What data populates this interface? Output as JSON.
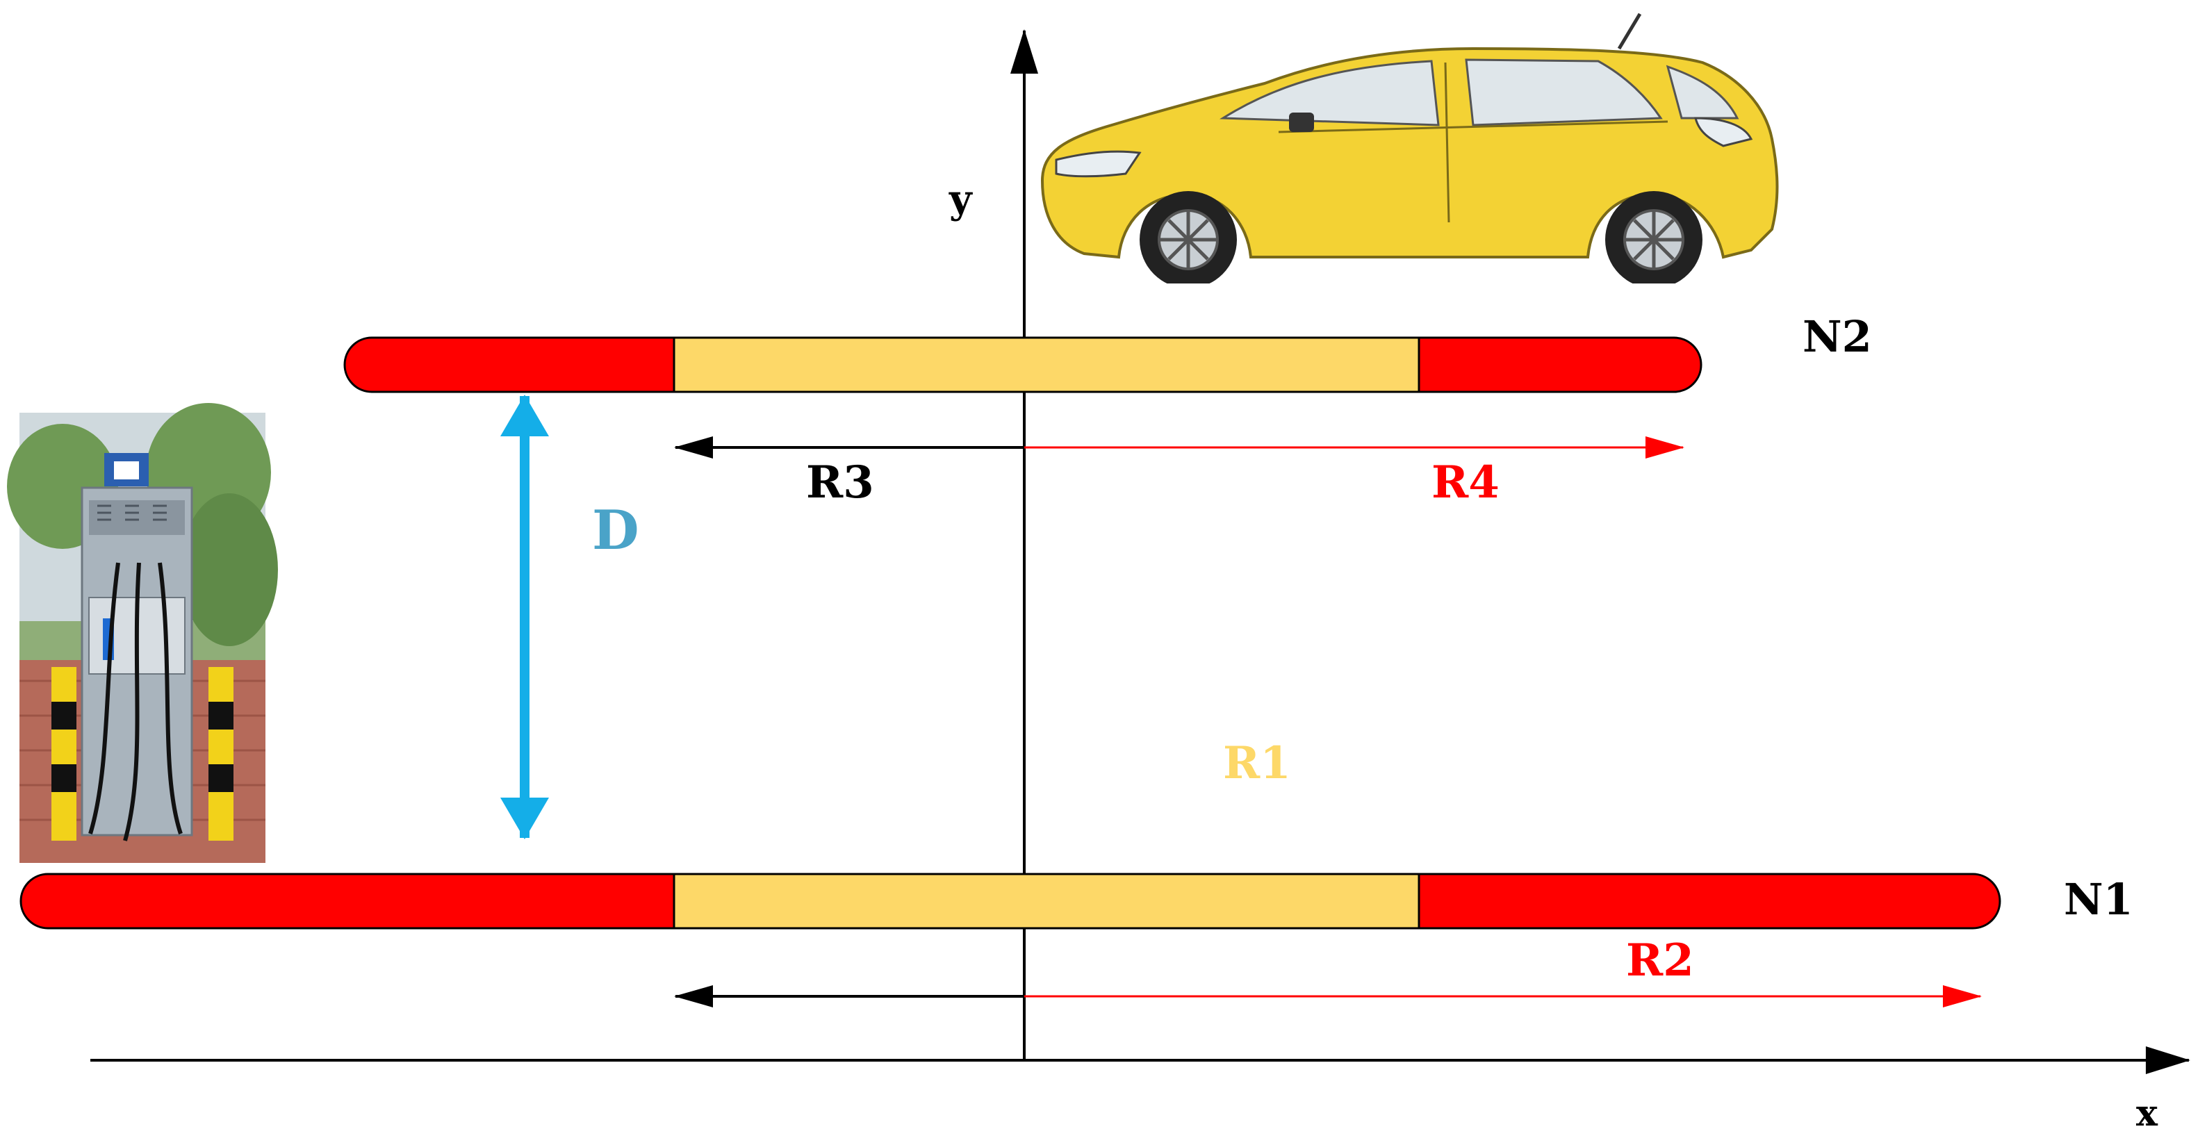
{
  "axes": {
    "x_label": "x",
    "y_label": "y"
  },
  "coils": {
    "n1_label": "N1",
    "n2_label": "N2"
  },
  "regions": {
    "r1_label": "R1",
    "r2_label": "R2",
    "r3_label": "R3",
    "r4_label": "R4"
  },
  "distance": {
    "label": "D"
  },
  "colors": {
    "outer_region": "#ff0000",
    "inner_region": "#fdd868",
    "distance_arrow": "#14aee8",
    "distance_label": "#4aa3c8",
    "r1_label": "#fdd868",
    "red_arrow": "#ff0000",
    "axis": "#000000",
    "car_body": "#f3d234",
    "charger_body": "#a9b4bd"
  },
  "icons": {
    "vehicle": "car-icon",
    "charging_station": "ev-charger-icon"
  }
}
